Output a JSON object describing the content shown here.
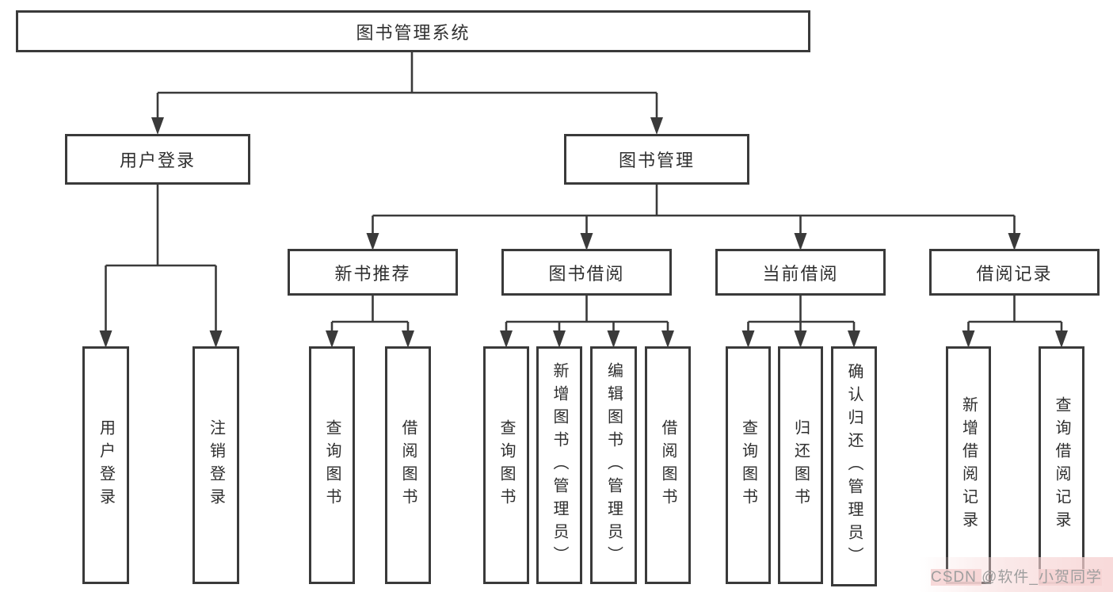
{
  "tree": {
    "label": "图书管理系统",
    "children": [
      {
        "label": "用户登录",
        "children": [
          {
            "label": "用户登录"
          },
          {
            "label": "注销登录"
          }
        ]
      },
      {
        "label": "图书管理",
        "children": [
          {
            "label": "新书推荐",
            "children": [
              {
                "label": "查询图书"
              },
              {
                "label": "借阅图书"
              }
            ]
          },
          {
            "label": "图书借阅",
            "children": [
              {
                "label": "查询图书"
              },
              {
                "label": "新增图书（管理员）"
              },
              {
                "label": "编辑图书（管理员）"
              },
              {
                "label": "借阅图书"
              }
            ]
          },
          {
            "label": "当前借阅",
            "children": [
              {
                "label": "查询图书"
              },
              {
                "label": "归还图书"
              },
              {
                "label": "确认归还（管理员）"
              }
            ]
          },
          {
            "label": "借阅记录",
            "children": [
              {
                "label": "新增借阅记录"
              },
              {
                "label": "查询借阅记录"
              }
            ]
          }
        ]
      }
    ]
  },
  "watermark": {
    "part1": "CSDN ",
    "part2": "@软件_",
    "part3": "小贺同学"
  },
  "colors": {
    "line": "#3a3a3a",
    "box_border": "#3a3a3a",
    "text": "#2f2f2f",
    "watermark_text": "#9e9e9e",
    "watermark_highlight": "#f6d2d2",
    "background": "#ffffff"
  }
}
